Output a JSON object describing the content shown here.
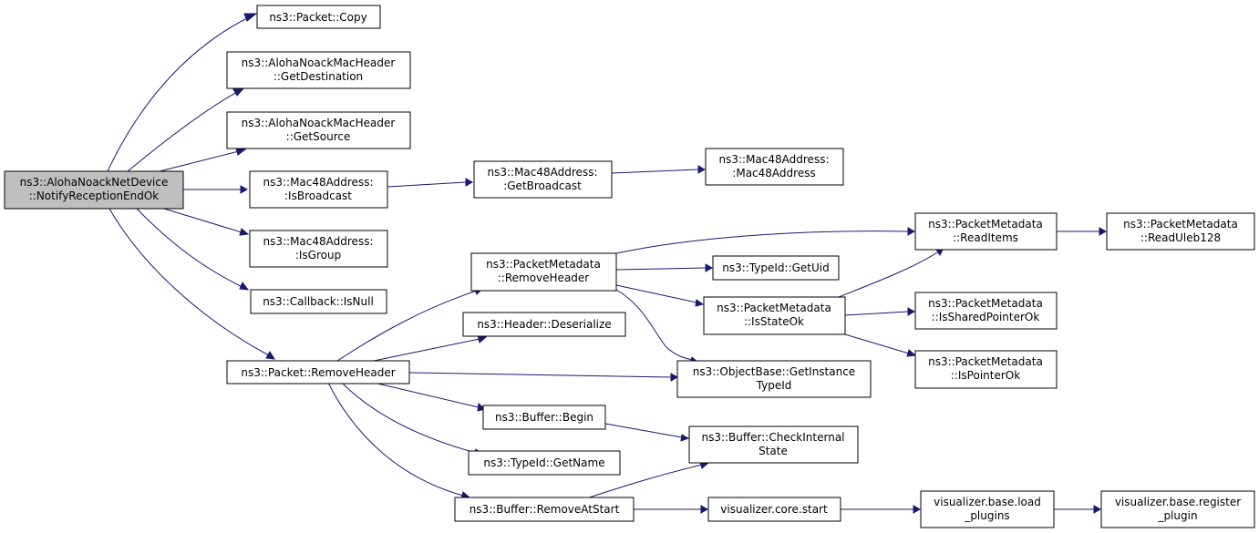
{
  "nodes": {
    "root": {
      "lines": [
        "ns3::AlohaNoackNetDevice",
        "::NotifyReceptionEndOk"
      ]
    },
    "pktCopy": {
      "lines": [
        "ns3::Packet::Copy"
      ]
    },
    "getDest": {
      "lines": [
        "ns3::AlohaNoackMacHeader",
        "::GetDestination"
      ]
    },
    "getSrc": {
      "lines": [
        "ns3::AlohaNoackMacHeader",
        "::GetSource"
      ]
    },
    "isBcast": {
      "lines": [
        "ns3::Mac48Address:",
        ":IsBroadcast"
      ]
    },
    "getBcast": {
      "lines": [
        "ns3::Mac48Address:",
        ":GetBroadcast"
      ]
    },
    "mac48": {
      "lines": [
        "ns3::Mac48Address:",
        ":Mac48Address"
      ]
    },
    "isGroup": {
      "lines": [
        "ns3::Mac48Address:",
        ":IsGroup"
      ]
    },
    "cbNull": {
      "lines": [
        "ns3::Callback::IsNull"
      ]
    },
    "pktRemHdr": {
      "lines": [
        "ns3::Packet::RemoveHeader"
      ]
    },
    "pmRemHdr": {
      "lines": [
        "ns3::PacketMetadata",
        "::RemoveHeader"
      ]
    },
    "hdrDeser": {
      "lines": [
        "ns3::Header::Deserialize"
      ]
    },
    "bufBegin": {
      "lines": [
        "ns3::Buffer::Begin"
      ]
    },
    "tidName": {
      "lines": [
        "ns3::TypeId::GetName"
      ]
    },
    "bufRemStart": {
      "lines": [
        "ns3::Buffer::RemoveAtStart"
      ]
    },
    "readItems": {
      "lines": [
        "ns3::PacketMetadata",
        "::ReadItems"
      ]
    },
    "readUleb": {
      "lines": [
        "ns3::PacketMetadata",
        "::ReadUleb128"
      ]
    },
    "tidUid": {
      "lines": [
        "ns3::TypeId::GetUid"
      ]
    },
    "isStateOk": {
      "lines": [
        "ns3::PacketMetadata",
        "::IsStateOk"
      ]
    },
    "isShared": {
      "lines": [
        "ns3::PacketMetadata",
        "::IsSharedPointerOk"
      ]
    },
    "isPtrOk": {
      "lines": [
        "ns3::PacketMetadata",
        "::IsPointerOk"
      ]
    },
    "objBase": {
      "lines": [
        "ns3::ObjectBase::GetInstance",
        "TypeId"
      ]
    },
    "bufCheck": {
      "lines": [
        "ns3::Buffer::CheckInternal",
        "State"
      ]
    },
    "vizStart": {
      "lines": [
        "visualizer.core.start"
      ]
    },
    "vizLoad": {
      "lines": [
        "visualizer.base.load",
        "_plugins"
      ]
    },
    "vizReg": {
      "lines": [
        "visualizer.base.register",
        "_plugin"
      ]
    }
  },
  "edges": [
    [
      "root",
      "pktCopy"
    ],
    [
      "root",
      "getDest"
    ],
    [
      "root",
      "getSrc"
    ],
    [
      "root",
      "isBcast"
    ],
    [
      "root",
      "isGroup"
    ],
    [
      "root",
      "cbNull"
    ],
    [
      "root",
      "pktRemHdr"
    ],
    [
      "isBcast",
      "getBcast"
    ],
    [
      "getBcast",
      "mac48"
    ],
    [
      "pktRemHdr",
      "pmRemHdr"
    ],
    [
      "pktRemHdr",
      "hdrDeser"
    ],
    [
      "pktRemHdr",
      "objBase"
    ],
    [
      "pktRemHdr",
      "bufBegin"
    ],
    [
      "pktRemHdr",
      "tidName"
    ],
    [
      "pktRemHdr",
      "bufRemStart"
    ],
    [
      "pmRemHdr",
      "readItems"
    ],
    [
      "pmRemHdr",
      "tidUid"
    ],
    [
      "pmRemHdr",
      "isStateOk"
    ],
    [
      "pmRemHdr",
      "objBase"
    ],
    [
      "readItems",
      "readUleb"
    ],
    [
      "isStateOk",
      "readItems"
    ],
    [
      "isStateOk",
      "isShared"
    ],
    [
      "isStateOk",
      "isPtrOk"
    ],
    [
      "bufBegin",
      "bufCheck"
    ],
    [
      "bufRemStart",
      "bufCheck"
    ],
    [
      "bufRemStart",
      "vizStart"
    ],
    [
      "vizStart",
      "vizLoad"
    ],
    [
      "vizLoad",
      "vizReg"
    ]
  ]
}
